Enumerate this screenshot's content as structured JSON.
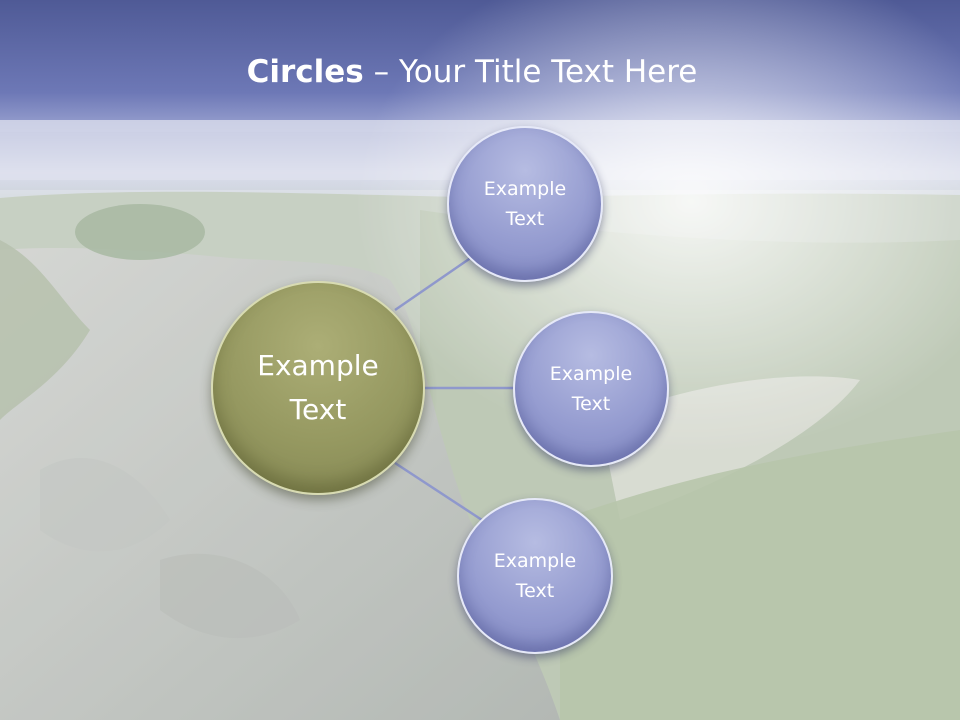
{
  "title": {
    "bold": "Circles",
    "rest": " – Your Title Text Here"
  },
  "center_circle": {
    "text": "Example\nText",
    "color": "#959860"
  },
  "satellite_circles": [
    {
      "text": "Example\nText"
    },
    {
      "text": "Example\nText"
    },
    {
      "text": "Example\nText"
    }
  ],
  "colors": {
    "title_band": "#6a75b4",
    "satellite": "#959cd0",
    "connector": "#8f98cc"
  }
}
